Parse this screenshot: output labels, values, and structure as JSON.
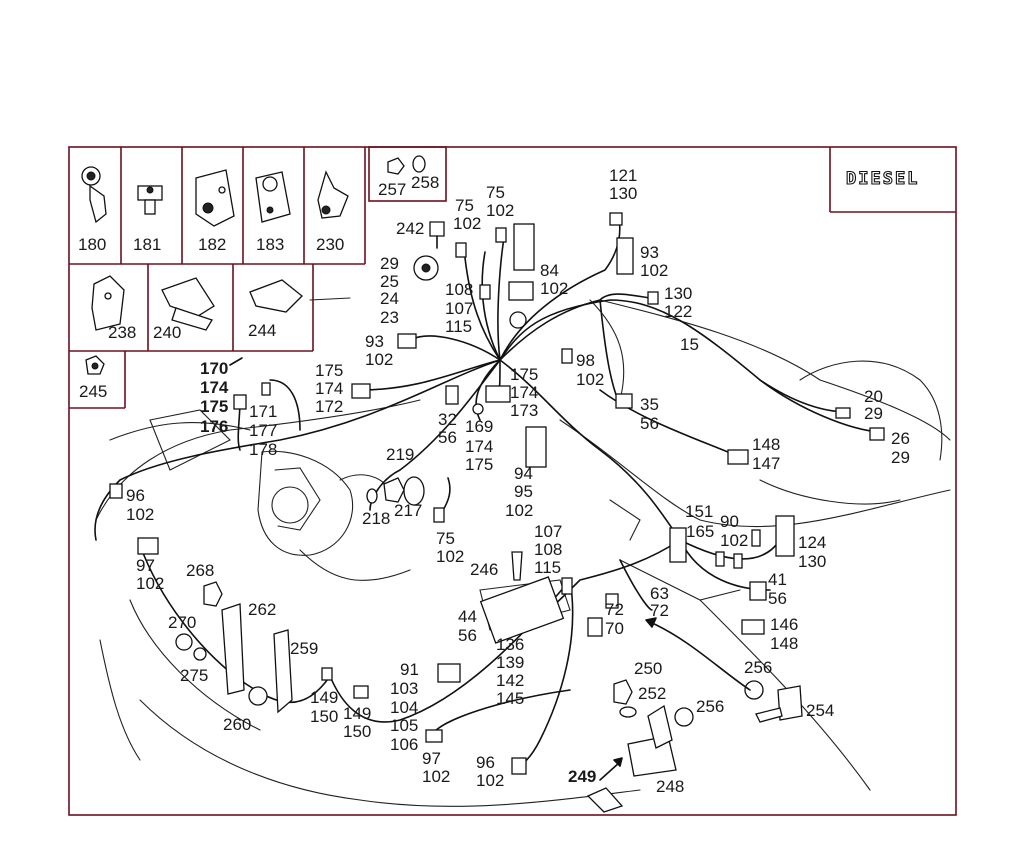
{
  "badge": {
    "text": "DIESEL"
  },
  "panel_labels": [
    "180",
    "181",
    "182",
    "183",
    "230",
    "257",
    "258",
    "238",
    "240",
    "244",
    "245"
  ],
  "bold_labels": [
    "170",
    "174",
    "175",
    "176",
    "249"
  ],
  "labels": {
    "l_121": "121",
    "l_130a": "130",
    "l_75a": "75",
    "l_102a": "102",
    "l_75b": "75",
    "l_102b": "102",
    "l_242": "242",
    "l_29a": "29",
    "l_25": "25",
    "l_24": "24",
    "l_23": "23",
    "l_108a": "108",
    "l_107a": "107",
    "l_115a": "115",
    "l_84": "84",
    "l_102c": "102",
    "l_93a": "93",
    "l_102d": "102",
    "l_130b": "130",
    "l_122": "122",
    "l_15": "15",
    "l_93b": "93",
    "l_102e": "102",
    "l_175a": "175",
    "l_174a": "174",
    "l_172": "172",
    "l_171": "171",
    "l_177": "177",
    "l_178": "178",
    "l_98": "98",
    "l_102f": "102",
    "l_175b": "175",
    "l_174b": "174",
    "l_173": "173",
    "l_32": "32",
    "l_56a": "56",
    "l_169": "169",
    "l_174c": "174",
    "l_175c": "175",
    "l_35": "35",
    "l_56b": "56",
    "l_20": "20",
    "l_29b": "29",
    "l_26": "26",
    "l_29c": "29",
    "l_148a": "148",
    "l_147": "147",
    "l_219": "219",
    "l_96a": "96",
    "l_102g": "102",
    "l_218": "218",
    "l_217": "217",
    "l_94": "94",
    "l_95": "95",
    "l_102h": "102",
    "l_75c": "75",
    "l_102i": "102",
    "l_151": "151",
    "l_165": "165",
    "l_90": "90",
    "l_102j": "102",
    "l_124": "124",
    "l_130c": "130",
    "l_97a": "97",
    "l_102k": "102",
    "l_107b": "107",
    "l_108b": "108",
    "l_115b": "115",
    "l_246": "246",
    "l_268": "268",
    "l_41": "41",
    "l_56c": "56",
    "l_63": "63",
    "l_72a": "72",
    "l_72b": "72",
    "l_70": "70",
    "l_44": "44",
    "l_56d": "56",
    "l_270": "270",
    "l_262": "262",
    "l_146": "146",
    "l_148b": "148",
    "l_136": "136",
    "l_139": "139",
    "l_142": "142",
    "l_145": "145",
    "l_275": "275",
    "l_259": "259",
    "l_91": "91",
    "l_103": "103",
    "l_104": "104",
    "l_105": "105",
    "l_106": "106",
    "l_250": "250",
    "l_252": "252",
    "l_256a": "256",
    "l_256b": "256",
    "l_254": "254",
    "l_149a": "149",
    "l_150a": "150",
    "l_149b": "149",
    "l_150b": "150",
    "l_260": "260",
    "l_97b": "97",
    "l_102l": "102",
    "l_96b": "96",
    "l_102m": "102",
    "l_248": "248"
  }
}
